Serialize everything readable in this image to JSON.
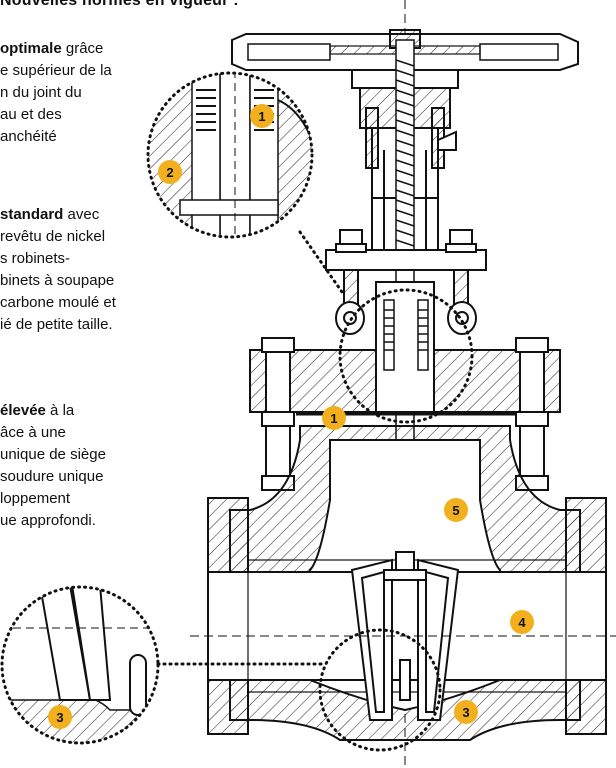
{
  "heading": "Nouvelles normes en vigueur :",
  "paragraphs": [
    {
      "lines": [
        {
          "bold": "optimale",
          "rest": " grâce"
        },
        {
          "bold": "",
          "rest": "e supérieur de la"
        },
        {
          "bold": "",
          "rest": "n du joint du"
        },
        {
          "bold": "",
          "rest": "au et des"
        },
        {
          "bold": "",
          "rest": "anchéité"
        }
      ]
    },
    {
      "lines": [
        {
          "bold": "standard",
          "rest": " avec"
        },
        {
          "bold": "",
          "rest": "revêtu de nickel"
        },
        {
          "bold": "",
          "rest": "s robinets-"
        },
        {
          "bold": "",
          "rest": "binets à soupape"
        },
        {
          "bold": "",
          "rest": "carbone moulé et"
        },
        {
          "bold": "",
          "rest": "ié de petite taille."
        }
      ]
    },
    {
      "lines": [
        {
          "bold": "élevée",
          "rest": " à la"
        },
        {
          "bold": "",
          "rest": "âce à une"
        },
        {
          "bold": "",
          "rest": "unique de siège"
        },
        {
          "bold": "",
          "rest": "soudure unique"
        },
        {
          "bold": "",
          "rest": "loppement"
        },
        {
          "bold": "",
          "rest": "ue approfondi."
        }
      ]
    }
  ],
  "badges": [
    {
      "id": "badge-1-top",
      "label": "1"
    },
    {
      "id": "badge-2",
      "label": "2"
    },
    {
      "id": "badge-1-bonnet",
      "label": "1"
    },
    {
      "id": "badge-5",
      "label": "5"
    },
    {
      "id": "badge-4",
      "label": "4"
    },
    {
      "id": "badge-3-left",
      "label": "3"
    },
    {
      "id": "badge-3-seat",
      "label": "3"
    }
  ],
  "colors": {
    "badge": "#F2B01E",
    "line": "#111111",
    "hatch": "#222222"
  }
}
